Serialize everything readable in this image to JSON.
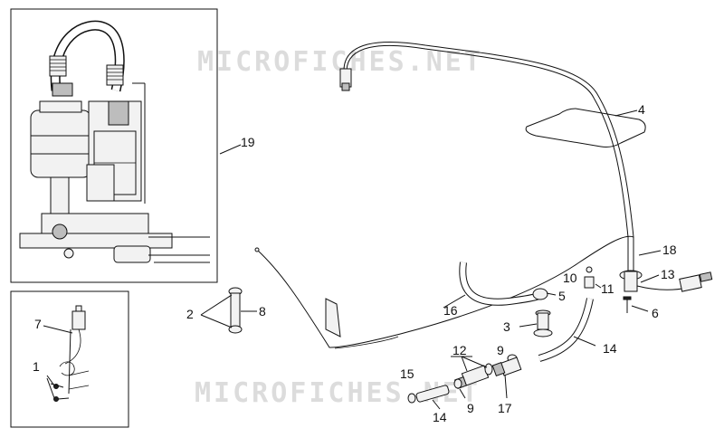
{
  "watermark": "MICROFICHES.NET",
  "callouts": {
    "c1": "1",
    "c2": "2",
    "c3": "3",
    "c4": "4",
    "c5": "5",
    "c6": "6",
    "c7": "7",
    "c8": "8",
    "c9a": "9",
    "c9b": "9",
    "c10": "10",
    "c11": "11",
    "c12": "12",
    "c13": "13",
    "c14a": "14",
    "c14b": "14",
    "c15": "15",
    "c16": "16",
    "c17": "17",
    "c18": "18",
    "c19": "19"
  }
}
